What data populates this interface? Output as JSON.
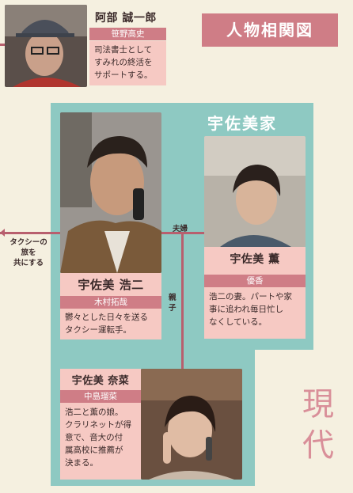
{
  "title": "人物相関図",
  "family_label": "宇佐美家",
  "era": [
    "現",
    "代"
  ],
  "abe": {
    "name": "阿部 誠一郎",
    "actor": "笹野高史",
    "desc": "司法書士として\nすみれの終活を\nサポートする。"
  },
  "koji": {
    "name": "宇佐美 浩二",
    "actor": "木村拓哉",
    "desc": "鬱々とした日々を送る\nタクシー運転手。"
  },
  "kaoru": {
    "name": "宇佐美 薫",
    "actor": "優香",
    "desc": "浩二の妻。パートや家\n事に追われ毎日忙し\nなくしている。"
  },
  "nana": {
    "name": "宇佐美 奈菜",
    "actor": "中島瑠菜",
    "desc": "浩二と薫の娘。\nクラリネットが得\n意で、音大の付\n属高校に推薦が\n決まる。"
  },
  "relations": {
    "taxi": "タクシーの\n旅を\n共にする",
    "couple": "夫婦",
    "parent_child": "親\n子"
  },
  "colors": {
    "accent": "#cf7d86",
    "family_bg": "#8ec9c2",
    "card": "#f6c9c3",
    "background": "#f5f0e0"
  }
}
